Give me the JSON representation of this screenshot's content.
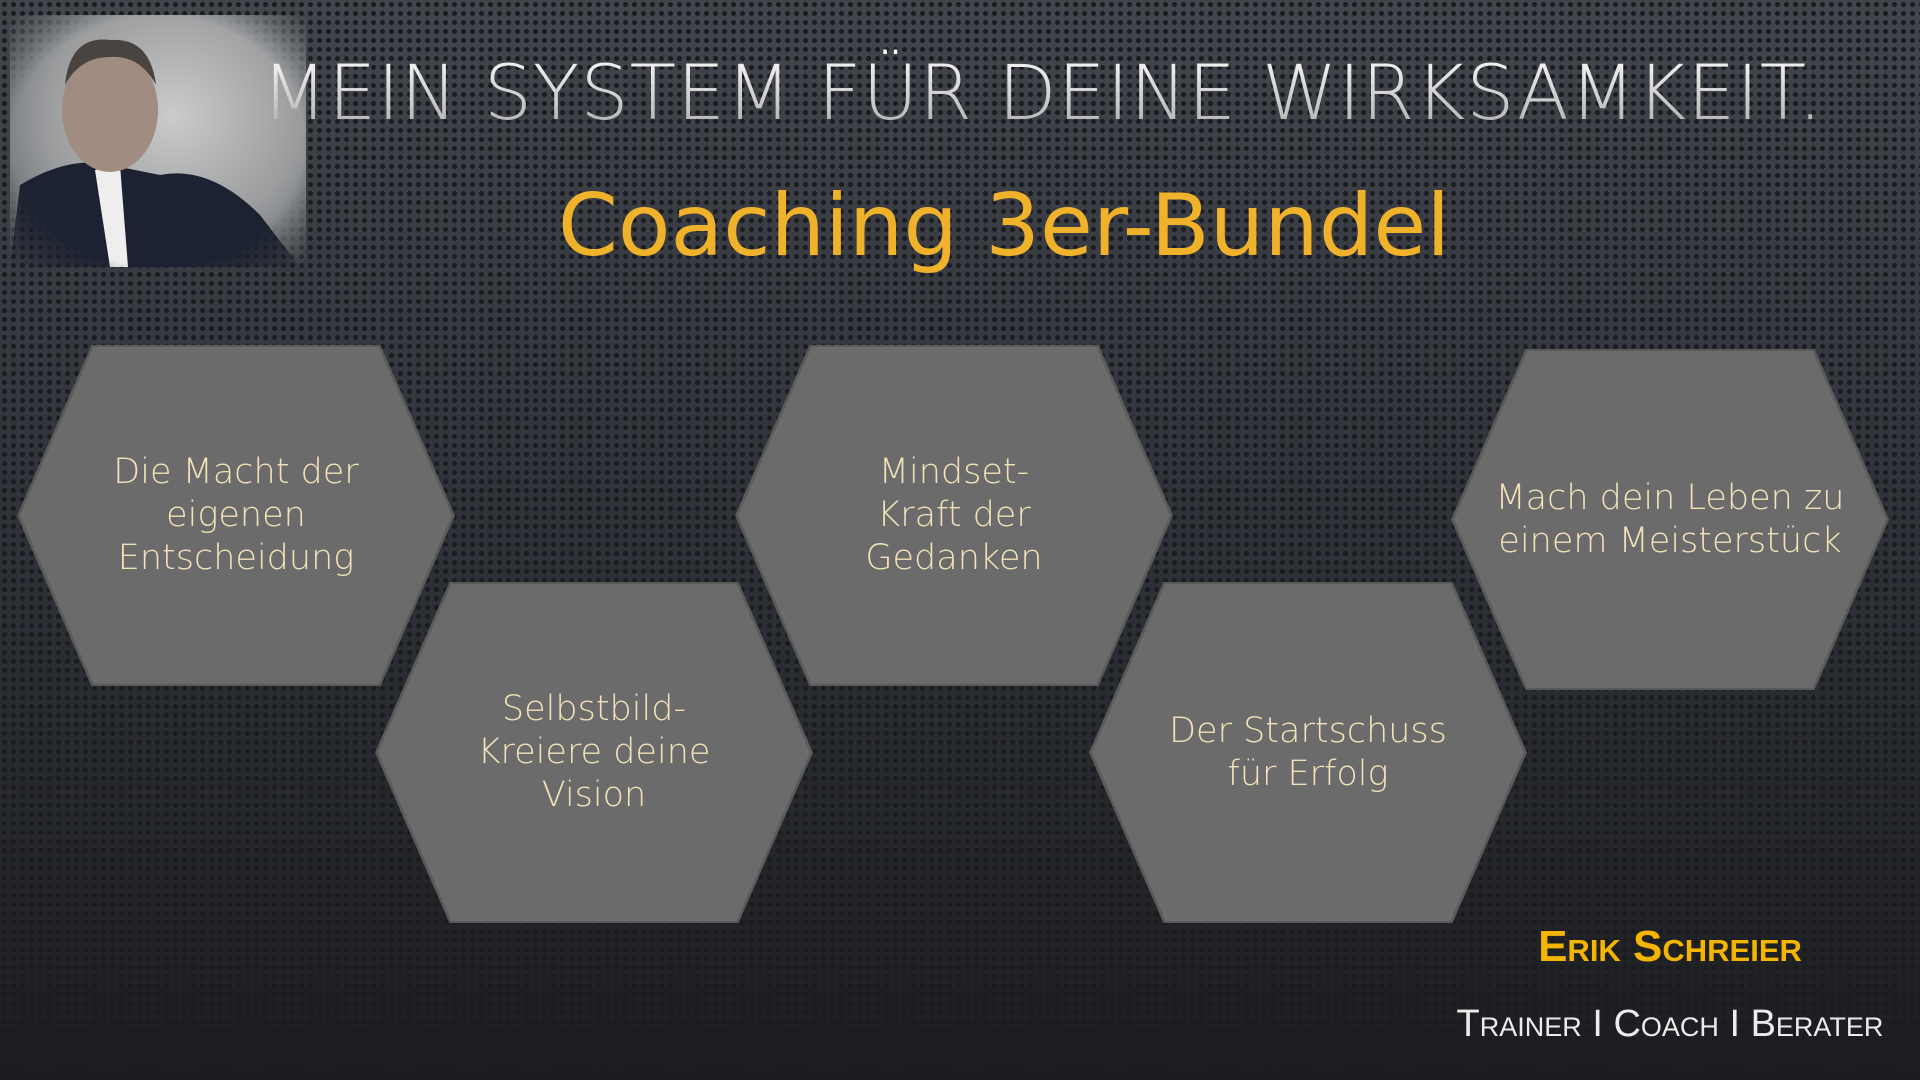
{
  "header": {
    "title": "MEIN SYSTEM FÜR DEINE WIRKSAMKEIT.",
    "subtitle": "Coaching 3er-Bundel"
  },
  "hexagons": [
    {
      "label": "Die Macht der eigenen Entscheidung"
    },
    {
      "label": "Selbstbild-Kreiere deine Vision"
    },
    {
      "label": "Mindset-Kraft der Gedanken"
    },
    {
      "label": "Der Startschuss für Erfolg"
    },
    {
      "label": "Mach dein Leben zu einem Meisterstück"
    }
  ],
  "footer": {
    "name": "Erik Schreier",
    "role": "Trainer I Coach I Berater"
  },
  "colors": {
    "accent": "#f1b22b",
    "hex_fill": "#6b6b6b",
    "hex_text": "#f3e2b8"
  }
}
